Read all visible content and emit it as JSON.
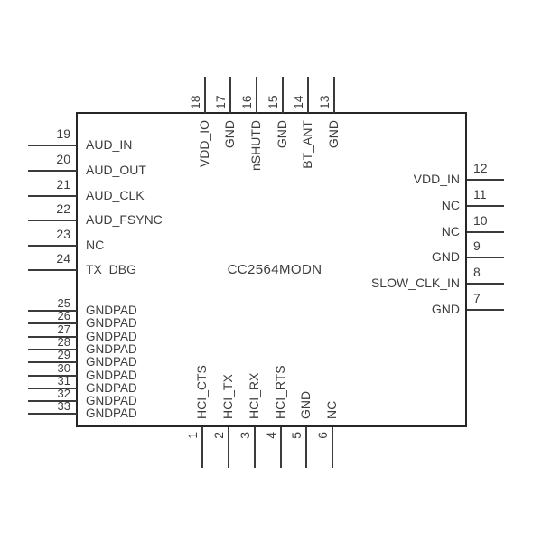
{
  "diagram": {
    "title": "CC2564MODN",
    "pins": {
      "left": [
        {
          "num": "19",
          "label": "AUD_IN"
        },
        {
          "num": "20",
          "label": "AUD_OUT"
        },
        {
          "num": "21",
          "label": "AUD_CLK"
        },
        {
          "num": "22",
          "label": "AUD_FSYNC"
        },
        {
          "num": "23",
          "label": "NC"
        },
        {
          "num": "24",
          "label": "TX_DBG"
        },
        {
          "num": "25",
          "label": "GNDPAD"
        },
        {
          "num": "26",
          "label": "GNDPAD"
        },
        {
          "num": "27",
          "label": "GNDPAD"
        },
        {
          "num": "28",
          "label": "GNDPAD"
        },
        {
          "num": "29",
          "label": "GNDPAD"
        },
        {
          "num": "30",
          "label": "GNDPAD"
        },
        {
          "num": "31",
          "label": "GNDPAD"
        },
        {
          "num": "32",
          "label": "GNDPAD"
        },
        {
          "num": "33",
          "label": "GNDPAD"
        }
      ],
      "top": [
        {
          "num": "18",
          "label": "VDD_IO"
        },
        {
          "num": "17",
          "label": "GND"
        },
        {
          "num": "16",
          "label": "nSHUTD"
        },
        {
          "num": "15",
          "label": "GND"
        },
        {
          "num": "14",
          "label": "BT_ANT"
        },
        {
          "num": "13",
          "label": "GND"
        }
      ],
      "right": [
        {
          "num": "12",
          "label": "VDD_IN"
        },
        {
          "num": "11",
          "label": "NC"
        },
        {
          "num": "10",
          "label": "NC"
        },
        {
          "num": "9",
          "label": "GND"
        },
        {
          "num": "8",
          "label": "SLOW_CLK_IN"
        },
        {
          "num": "7",
          "label": "GND"
        }
      ],
      "bottom": [
        {
          "num": "1",
          "label": "HCI_CTS"
        },
        {
          "num": "2",
          "label": "HCI_TX"
        },
        {
          "num": "3",
          "label": "HCI_RX"
        },
        {
          "num": "4",
          "label": "HCI_RTS"
        },
        {
          "num": "5",
          "label": "GND"
        },
        {
          "num": "6",
          "label": "NC"
        }
      ]
    },
    "colors": {
      "background": "#ffffff",
      "border": "#262626",
      "line": "#3b3b3b",
      "text": "#3d3d3d"
    }
  }
}
